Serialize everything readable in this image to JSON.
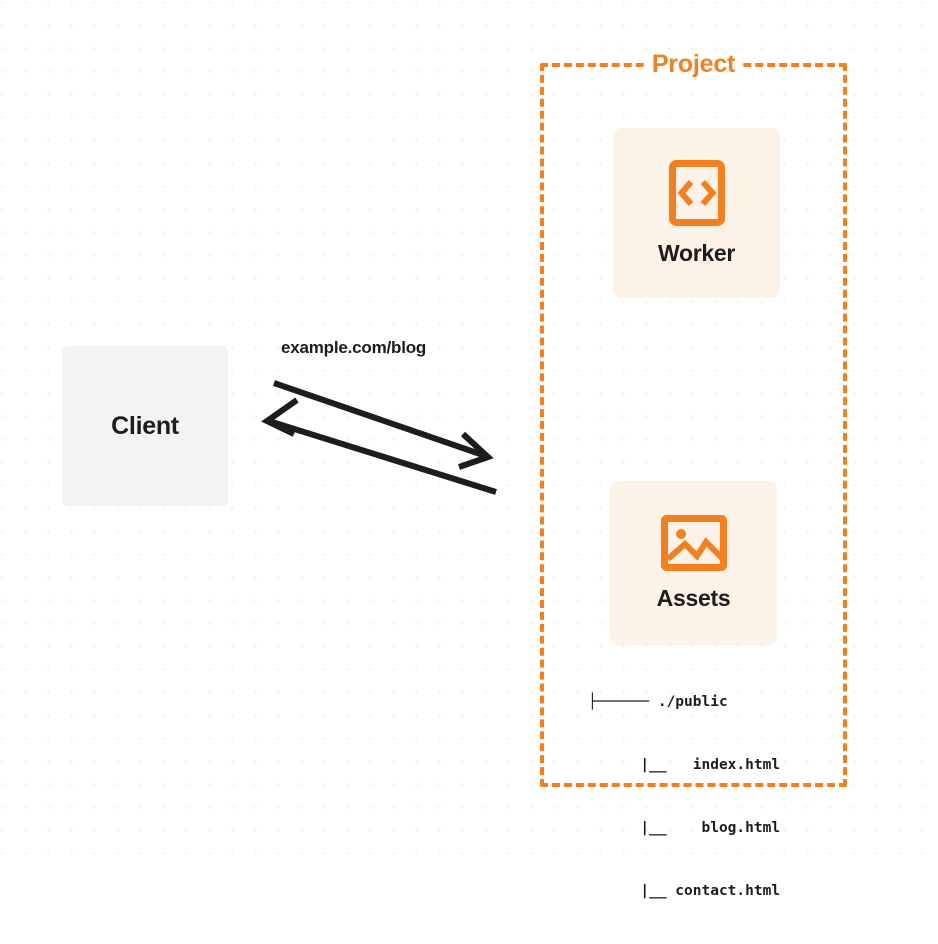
{
  "diagram": {
    "background": {
      "style": "dot-grid",
      "dot_color": "#ececec",
      "page_color": "#ffffff"
    },
    "colors": {
      "accent_orange": "#f38020",
      "card_background": "#fdf2e8",
      "client_background": "#f2f3f4",
      "text_dark": "#1d1d1d"
    },
    "client": {
      "label": "Client"
    },
    "project": {
      "title": "Project",
      "border_style": "dashed",
      "nodes": [
        {
          "id": "worker",
          "label": "Worker",
          "icon": "code-brackets-icon"
        },
        {
          "id": "assets",
          "label": "Assets",
          "icon": "image-icon"
        }
      ],
      "file_tree": [
        "├────── ./public",
        "      |__   index.html",
        "      |__    blog.html",
        "      |__ contact.html"
      ]
    },
    "connection": {
      "label": "example.com/blog",
      "request_direction": "client-to-project",
      "response_direction": "project-to-client"
    }
  }
}
